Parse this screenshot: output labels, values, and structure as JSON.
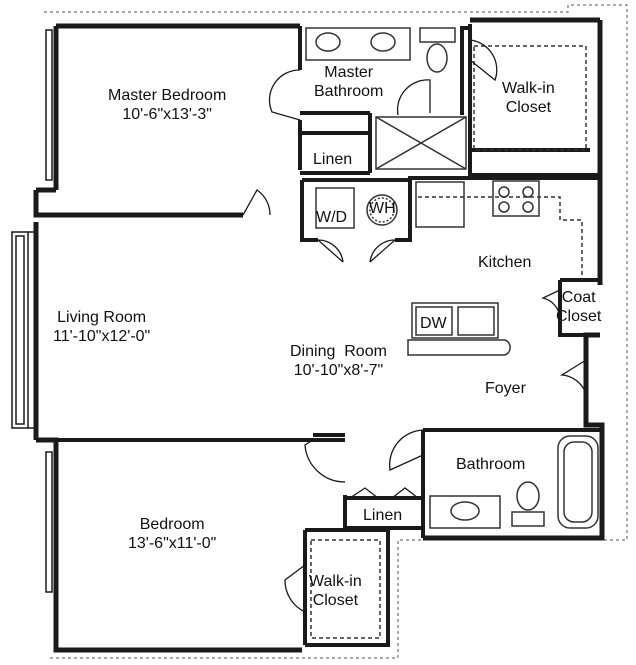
{
  "rooms": {
    "master_bedroom": {
      "name": "Master Bedroom",
      "size": "10'-6\"x13'-3\""
    },
    "master_bathroom": {
      "line1": "Master",
      "line2": "Bathroom"
    },
    "master_closet": {
      "line1": "Walk-in",
      "line2": "Closet"
    },
    "master_linen": {
      "name": "Linen"
    },
    "laundry": {
      "washer_dryer": "W/D",
      "water_heater": "WH"
    },
    "kitchen": {
      "name": "Kitchen"
    },
    "coat_closet": {
      "line1": "Coat",
      "line2": "Closet"
    },
    "living_room": {
      "name": "Living Room",
      "size": "11'-10\"x12'-0\""
    },
    "dining_room": {
      "name": "Dining  Room",
      "size": "10'-10\"x8'-7\""
    },
    "dishwasher": {
      "name": "DW"
    },
    "foyer": {
      "name": "Foyer"
    },
    "bathroom": {
      "name": "Bathroom"
    },
    "hall_linen": {
      "name": "Linen"
    },
    "bedroom": {
      "name": "Bedroom",
      "size": "13'-6\"x11'-0\""
    },
    "bedroom_closet": {
      "line1": "Walk-in",
      "line2": "Closet"
    }
  },
  "colors": {
    "wall": "#1a1a1a",
    "fixture": "#333333",
    "background": "#ffffff"
  }
}
